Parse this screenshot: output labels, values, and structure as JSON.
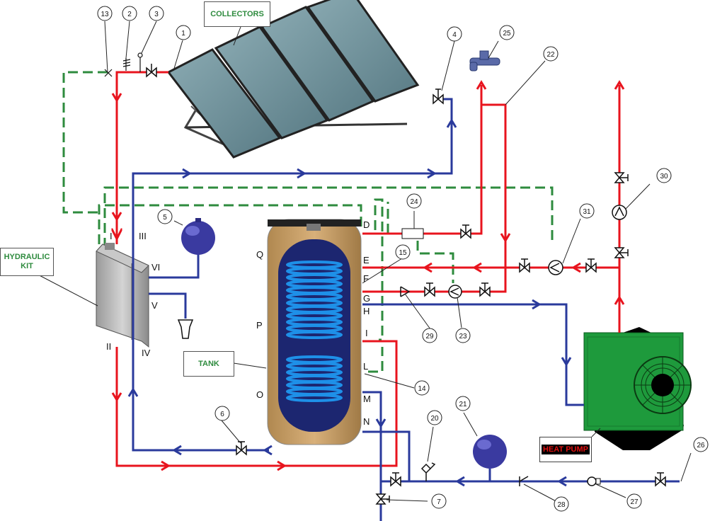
{
  "title_boxes": {
    "collectors": "COLLECTORS",
    "hydraulic_kit": "HYDRAULIC KIT",
    "tank": "TANK",
    "heat_pump": "HEAT PUMP"
  },
  "numbers": [
    "1",
    "2",
    "3",
    "4",
    "5",
    "6",
    "7",
    "13",
    "14",
    "15",
    "20",
    "21",
    "22",
    "23",
    "24",
    "25",
    "26",
    "27",
    "28",
    "29",
    "30",
    "31"
  ],
  "tank_ports": [
    "D",
    "E",
    "F",
    "G",
    "H",
    "I",
    "L",
    "M",
    "N"
  ],
  "tank_side_letters": [
    "Q",
    "P",
    "O"
  ],
  "kit_ports": [
    "I",
    "II",
    "III",
    "IV",
    "V",
    "VI"
  ],
  "colors": {
    "hot": "#e8141e",
    "cold": "#2a3a9c",
    "control": "#2e8b3e",
    "tank_body": "#c8a068",
    "tank_inner": "#1c2670",
    "coil": "#1e90e8",
    "heat_pump": "#1e9a3c",
    "collector": "#6a8e98"
  }
}
